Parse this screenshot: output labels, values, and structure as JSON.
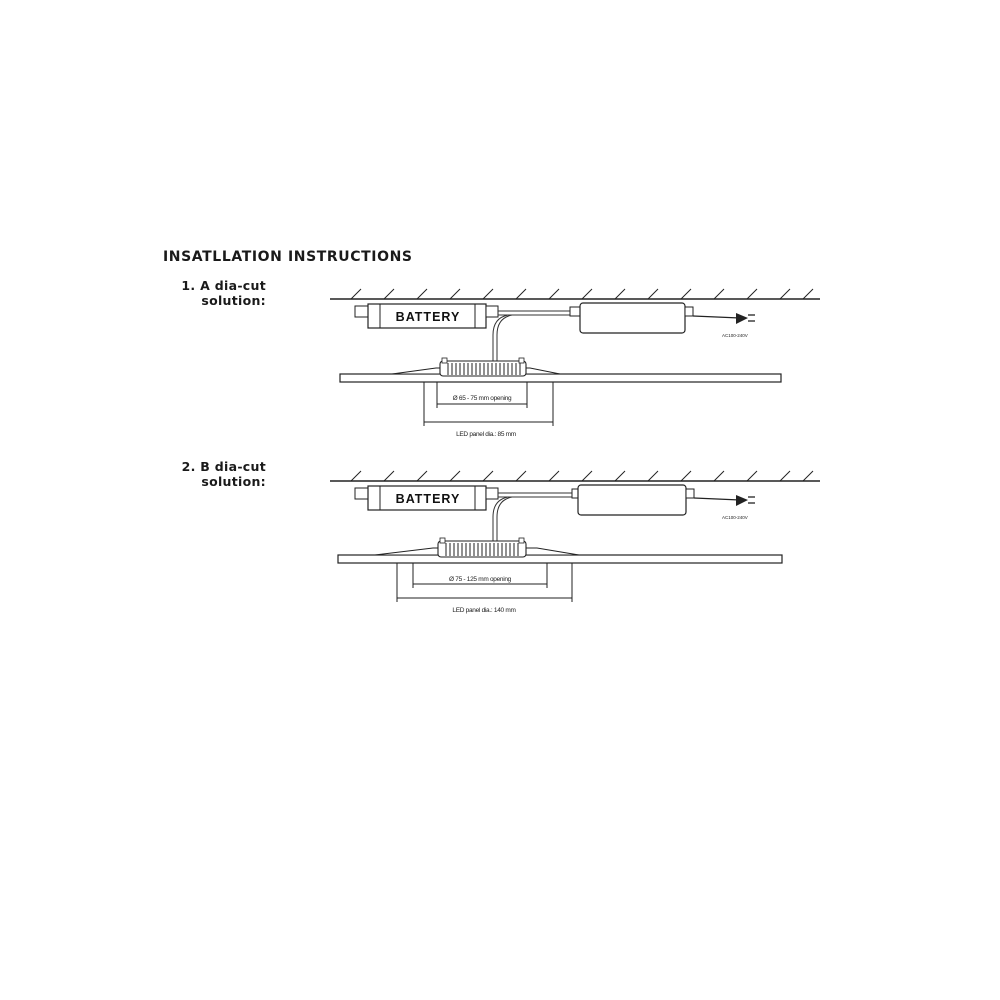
{
  "title": "INSATLLATION INSTRUCTIONS",
  "sections": [
    {
      "number_line": "1. A dia-cut",
      "second_line": "solution:",
      "battery_label": "BATTERY",
      "power_label": "AC100-240V",
      "opening_label": "Ø 65 - 75 mm opening",
      "panel_label": "LED panel dia.: 85 mm"
    },
    {
      "number_line": "2. B dia-cut",
      "second_line": "solution:",
      "battery_label": "BATTERY",
      "power_label": "AC100-240V",
      "opening_label": "Ø 75 - 125 mm opening",
      "panel_label": "LED panel dia.: 140 mm"
    }
  ]
}
